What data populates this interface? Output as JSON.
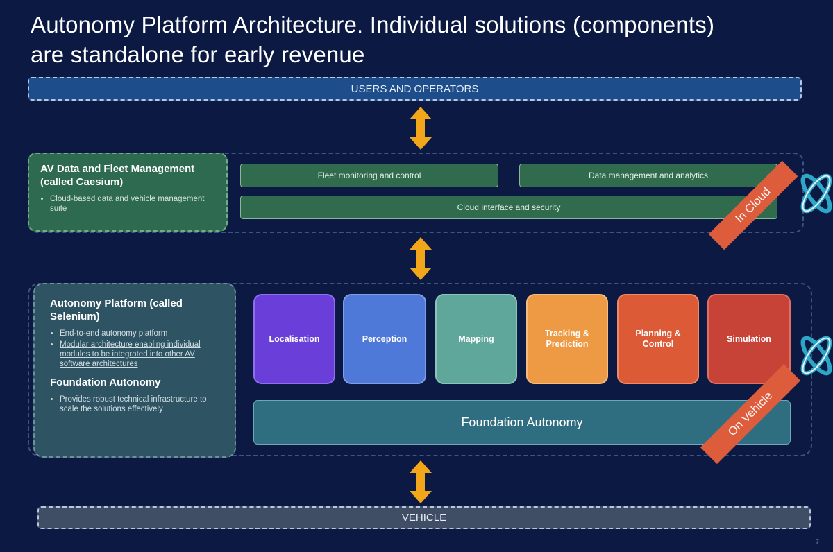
{
  "title": {
    "line1": "Autonomy Platform Architecture. Individual solutions (components)",
    "line2": "are standalone for early revenue"
  },
  "bands": {
    "users": "USERS AND OPERATORS",
    "vehicle": "VEHICLE"
  },
  "cloud_layer": {
    "card": {
      "title": "AV Data and Fleet Management (called Caesium)",
      "bullets": [
        "Cloud-based data and vehicle management suite"
      ]
    },
    "boxes": [
      "Fleet monitoring and control",
      "Data management and analytics",
      "Cloud interface and security"
    ],
    "tag": "In Cloud"
  },
  "vehicle_layer": {
    "card": {
      "title": "Autonomy Platform (called Selenium)",
      "bullets": [
        "End-to-end autonomy platform",
        "Modular architecture enabling individual modules to be integrated into other AV software architectures"
      ],
      "subtitle": "Foundation Autonomy",
      "sub_bullets": [
        "Provides robust technical infrastructure to scale the solutions effectively"
      ]
    },
    "modules": [
      "Localisation",
      "Perception",
      "Mapping",
      "Tracking & Prediction",
      "Planning & Control",
      "Simulation"
    ],
    "foundation": "Foundation Autonomy",
    "tag": "On Vehicle"
  },
  "colors": {
    "background": "#0c1a43",
    "arrow": "#f2a71b",
    "cloud_green": "#2d6a4f",
    "tag_orange": "#dd5c3b",
    "modules": [
      "#6a3ed8",
      "#4f79d8",
      "#5fa79b",
      "#ee9a45",
      "#dd5a36",
      "#c74338"
    ]
  },
  "icons": [
    "double-arrow-icon",
    "orbit-logo-icon"
  ],
  "page_number": "7"
}
